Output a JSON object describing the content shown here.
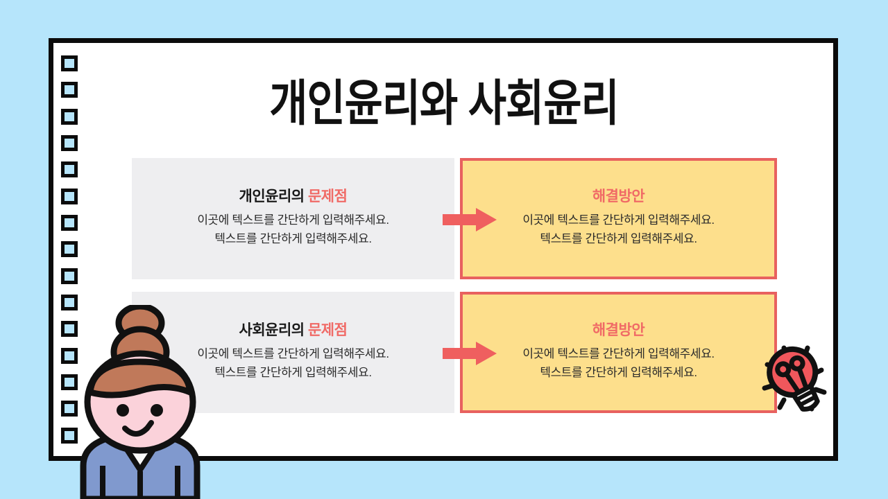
{
  "slide": {
    "title": "개인윤리와 사회윤리",
    "background_color": "#b6e5fb",
    "card_color": "#ffffff",
    "border_color": "#0b0b0b"
  },
  "colors": {
    "accent_coral": "#f06a66",
    "box_yellow": "#fddf8c",
    "box_yellow_border": "#e8615f",
    "box_gray": "#eeeef0",
    "hair_brown": "#c0795a",
    "face_pink": "#fbd2da",
    "suit_blue": "#8099ce",
    "bulb_red": "#f0575c",
    "hole_fill": "#b6e5fb"
  },
  "binder": {
    "hole_count": 15,
    "hole_label": "binder-hole"
  },
  "rows": [
    {
      "problem": {
        "heading_dark": "개인윤리의",
        "heading_accent": "문제점",
        "body_line_1": "이곳에 텍스트를 간단하게 입력해주세요.",
        "body_line_2": "텍스트를 간단하게 입력해주세요."
      },
      "arrow": "arrow-right",
      "solution": {
        "heading": "해결방안",
        "body_line_1": "이곳에 텍스트를 간단하게 입력해주세요.",
        "body_line_2": "텍스트를 간단하게 입력해주세요."
      }
    },
    {
      "problem": {
        "heading_dark": "사회윤리의",
        "heading_accent": "문제점",
        "body_line_1": "이곳에 텍스트를 간단하게 입력해주세요.",
        "body_line_2": "텍스트를 간단하게 입력해주세요."
      },
      "arrow": "arrow-right",
      "solution": {
        "heading": "해결방안",
        "body_line_1": "이곳에 텍스트를 간단하게 입력해주세요.",
        "body_line_2": "텍스트를 간단하게 입력해주세요."
      }
    }
  ],
  "decorations": {
    "lightbulb": "lightbulb-icon",
    "character": "person-illustration"
  }
}
